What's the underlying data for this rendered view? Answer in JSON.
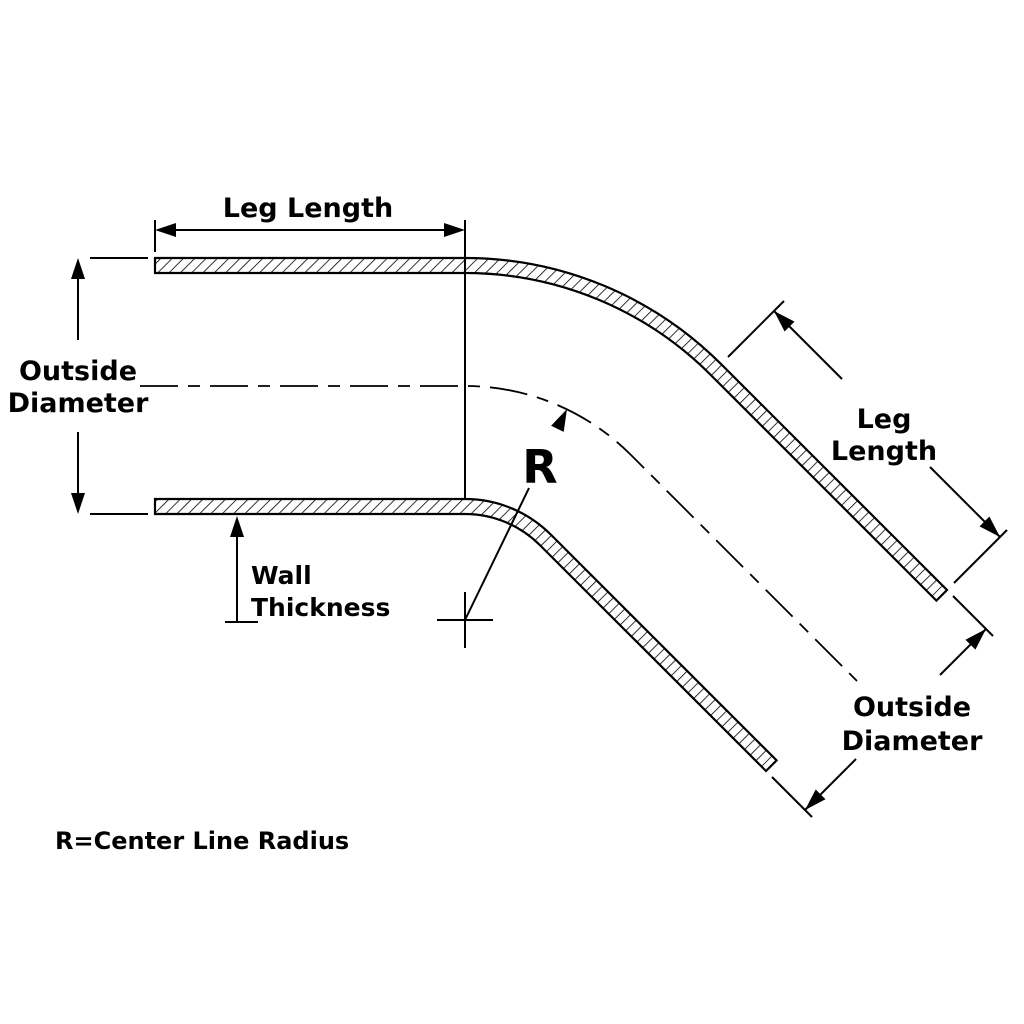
{
  "diagram": {
    "labels": {
      "top_leg_length": "Leg Length",
      "left_od_line1": "Outside",
      "left_od_line2": "Diameter",
      "wall_thickness_line1": "Wall",
      "wall_thickness_line2": "Thickness",
      "radius": "R",
      "right_leg_length_line1": "Leg",
      "right_leg_length_line2": "Length",
      "right_od_line1": "Outside",
      "right_od_line2": "Diameter",
      "footnote": "R=Center Line Radius"
    },
    "colors": {
      "line": "#000000",
      "red": "#ea0005",
      "background": "#ffffff"
    }
  }
}
